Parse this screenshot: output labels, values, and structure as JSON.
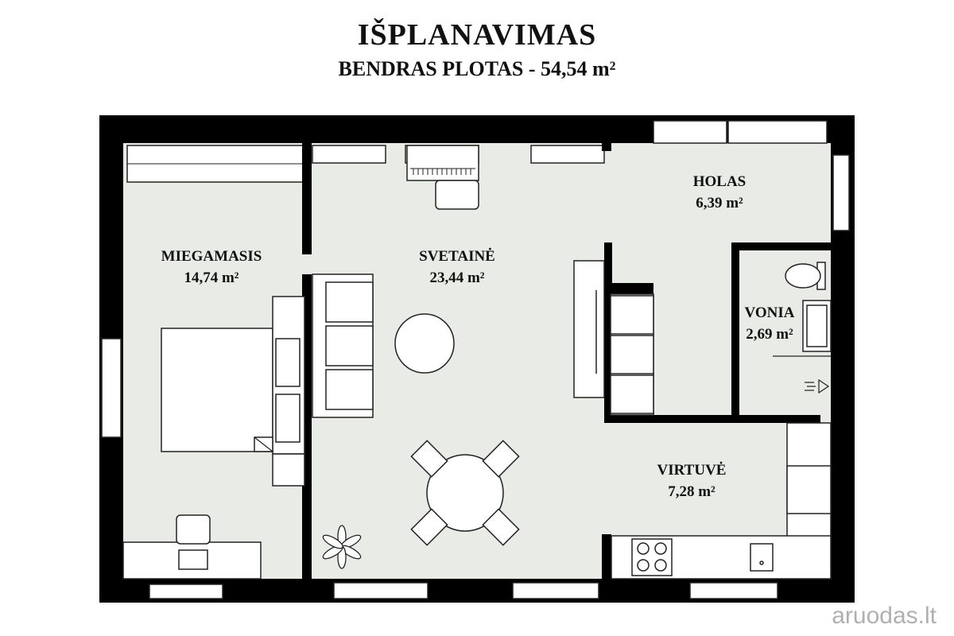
{
  "header": {
    "title": "IŠPLANAVIMAS",
    "subtitle": "BENDRAS PLOTAS - 54,54 m²"
  },
  "rooms": [
    {
      "name": "MIEGAMASIS",
      "area": "14,74 m²"
    },
    {
      "name": "SVETAINĖ",
      "area": "23,44 m²"
    },
    {
      "name": "HOLAS",
      "area": "6,39 m²"
    },
    {
      "name": "VONIA",
      "area": "2,69 m²"
    },
    {
      "name": "VIRTUVĖ",
      "area": "7,28 m²"
    }
  ],
  "watermark": "aruodas.lt",
  "colors": {
    "wall": "#000000",
    "floor": "#e8ebe6",
    "furniture": "#ffffff",
    "line": "#222222"
  }
}
